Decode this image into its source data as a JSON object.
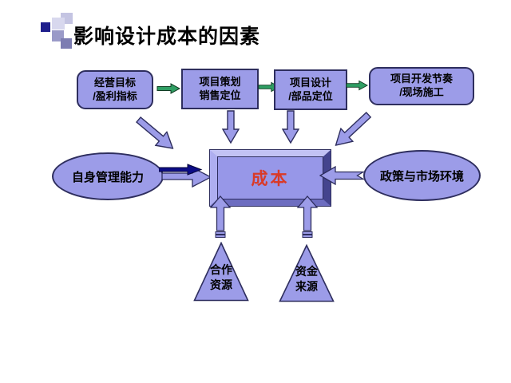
{
  "slide": {
    "title": "影响设计成本的因素"
  },
  "flow_boxes": [
    {
      "line1": "经营目标",
      "line2": "/盈利指标"
    },
    {
      "line1": "项目策划",
      "line2": "销售定位"
    },
    {
      "line1": "项目设计",
      "line2": "/部品定位"
    },
    {
      "line1": "项目开发节奏",
      "line2": "/现场施工"
    }
  ],
  "center_box": {
    "label": "成本"
  },
  "ellipses": {
    "left": "自身管理能力",
    "right": "政策与市场环境"
  },
  "triangles": [
    {
      "line1": "合作",
      "line2": "资源"
    },
    {
      "line1": "资金",
      "line2": "来源"
    }
  ],
  "colors": {
    "shape_fill": "#9c9ce8",
    "shape_border": "#2e2e5e",
    "green_arrow": "#2f9e63",
    "navy_arrow": "#0c0c86",
    "cost_text": "#d93a28",
    "title_text": "#000000"
  }
}
